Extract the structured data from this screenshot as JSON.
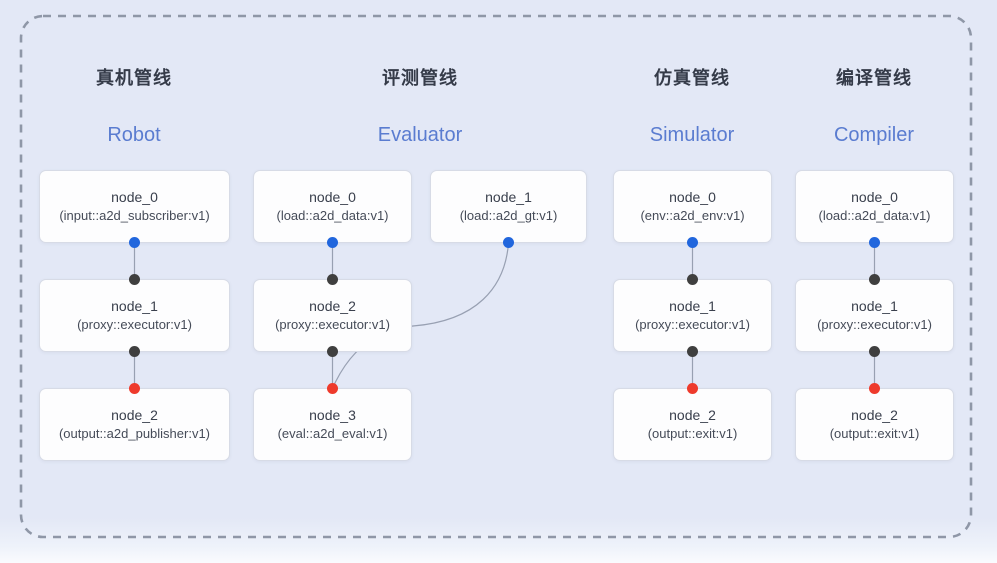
{
  "diagram": {
    "pipelines": [
      {
        "title_zh": "真机管线",
        "title_en": "Robot",
        "nodes": [
          {
            "name": "node_0",
            "type": "(input::a2d_subscriber:v1)"
          },
          {
            "name": "node_1",
            "type": "(proxy::executor:v1)"
          },
          {
            "name": "node_2",
            "type": "(output::a2d_publisher:v1)"
          }
        ]
      },
      {
        "title_zh": "评测管线",
        "title_en": "Evaluator",
        "nodes": [
          {
            "name": "node_0",
            "type": "(load::a2d_data:v1)"
          },
          {
            "name": "node_1",
            "type": "(load::a2d_gt:v1)"
          },
          {
            "name": "node_2",
            "type": "(proxy::executor:v1)"
          },
          {
            "name": "node_3",
            "type": "(eval::a2d_eval:v1)"
          }
        ]
      },
      {
        "title_zh": "仿真管线",
        "title_en": "Simulator",
        "nodes": [
          {
            "name": "node_0",
            "type": "(env::a2d_env:v1)"
          },
          {
            "name": "node_1",
            "type": "(proxy::executor:v1)"
          },
          {
            "name": "node_2",
            "type": "(output::exit:v1)"
          }
        ]
      },
      {
        "title_zh": "编译管线",
        "title_en": "Compiler",
        "nodes": [
          {
            "name": "node_0",
            "type": "(load::a2d_data:v1)"
          },
          {
            "name": "node_1",
            "type": "(proxy::executor:v1)"
          },
          {
            "name": "node_2",
            "type": "(output::exit:v1)"
          }
        ]
      }
    ],
    "colors": {
      "background": "#e3e8f6",
      "accent_english_title": "#5a7cd0",
      "input_port_dot": "#2166dd",
      "internal_port_dot": "#3f3f3f",
      "output_port_dot": "#ee3a2c",
      "dashed_border": "#8f97a7",
      "wire": "#98a0b2"
    }
  }
}
